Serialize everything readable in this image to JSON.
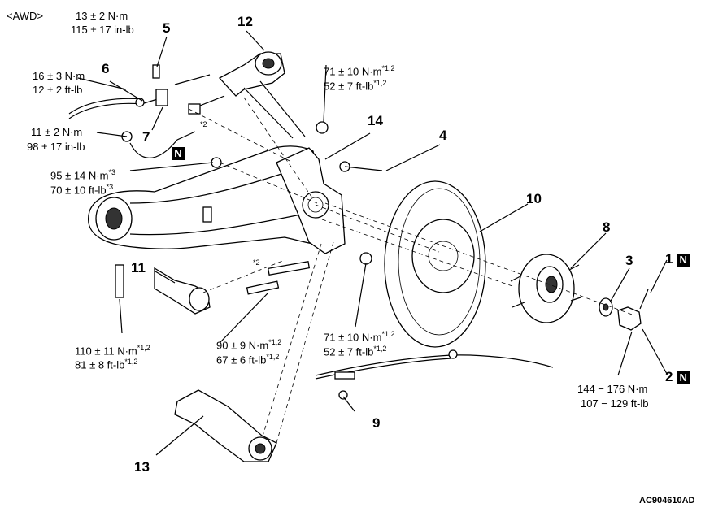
{
  "header": {
    "variant": "<AWD>"
  },
  "footer": {
    "code": "AC904610AD"
  },
  "torque": {
    "t13_nm": "13 ± 2 N·m",
    "t13_inlb": "115 ± 17 in-lb",
    "t16_nm": "16 ± 3 N·m",
    "t16_ftlb": "12 ± 2 ft-lb",
    "t11_nm": "11 ± 2 N·m",
    "t11_inlb": "98 ± 17 in-lb",
    "t95_nm": "95 ± 14 N·m",
    "t95_sup": "*3",
    "t70_ftlb": "70 ± 10 ft-lb",
    "t70_sup": "*3",
    "t71a_nm": "71 ± 10 N·m",
    "t71a_sup": "*1,2",
    "t52a_ftlb": "52 ± 7 ft-lb",
    "t52a_sup": "*1,2",
    "t71b_nm": "71 ± 10 N·m",
    "t71b_sup": "*1,2",
    "t52b_ftlb": "52 ± 7 ft-lb",
    "t52b_sup": "*1,2",
    "t110_nm": "110 ± 11 N·m",
    "t110_sup": "*1,2",
    "t81_ftlb": "81 ± 8 ft-lb",
    "t81_sup": "*1,2",
    "t90_nm": "90 ± 9 N·m",
    "t90_sup": "*1,2",
    "t67_ftlb": "67 ± 6 ft-lb",
    "t67_sup": "*1,2",
    "t144_nm": "144 − 176 N·m",
    "t107_ftlb": "107 − 129 ft-lb"
  },
  "marks": {
    "star2a": "*2",
    "star2b": "*2",
    "n_symbol": "N"
  },
  "callouts": {
    "c1": "1",
    "c2": "2",
    "c3": "3",
    "c4": "4",
    "c5": "5",
    "c6": "6",
    "c7": "7",
    "c8": "8",
    "c9": "9",
    "c10": "10",
    "c11": "11",
    "c12": "12",
    "c13": "13",
    "c14": "14"
  }
}
